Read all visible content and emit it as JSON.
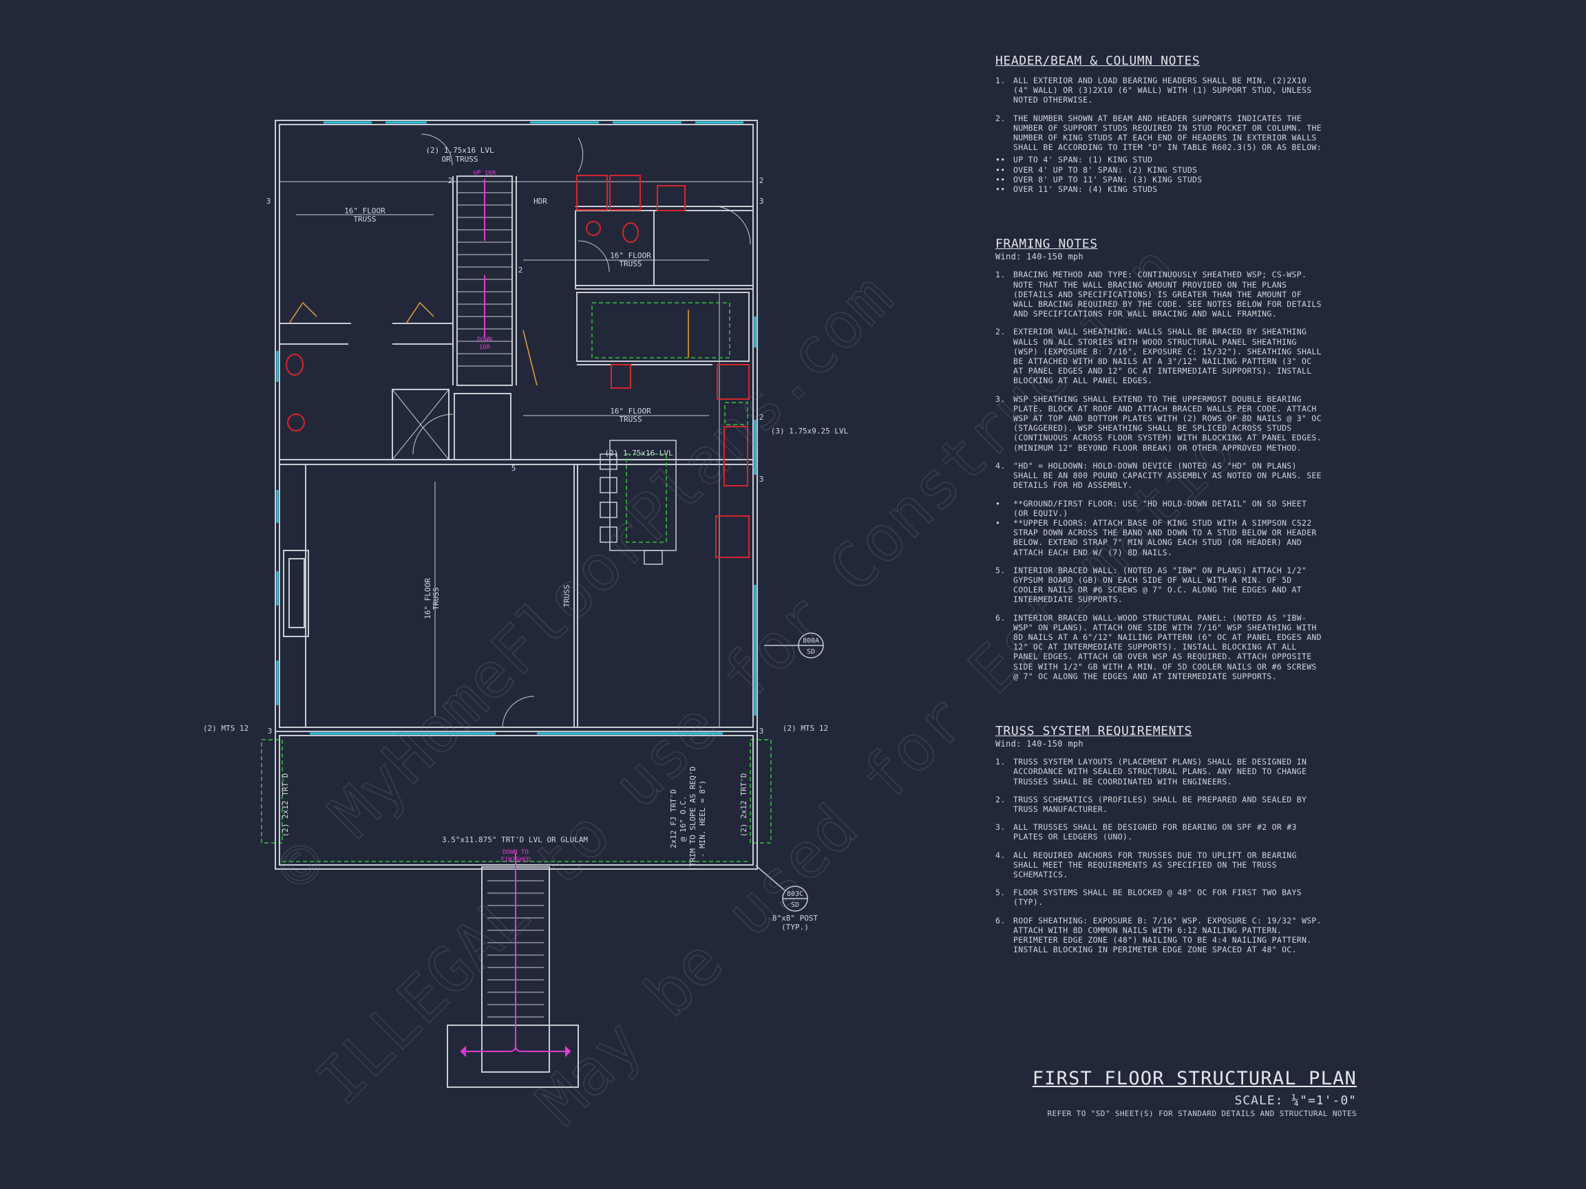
{
  "header_notes": {
    "title": "HEADER/BEAM & COLUMN NOTES",
    "items": [
      {
        "num": "1.",
        "text": "ALL EXTERIOR AND LOAD BEARING HEADERS SHALL BE MIN. (2)2x10 (4\" WALL) OR (3)2x10 (6\" WALL) WITH (1) SUPPORT STUD, UNLESS NOTED OTHERWISE."
      },
      {
        "num": "2.",
        "text": "THE NUMBER SHOWN AT BEAM AND HEADER SUPPORTS INDICATES THE NUMBER OF SUPPORT STUDS REQUIRED IN STUD POCKET OR COLUMN. THE NUMBER OF KING STUDS AT EACH END OF HEADERS IN EXTERIOR WALLS SHALL BE ACCORDING TO ITEM \"d\" IN TABLE R602.3(5) OR AS BELOW:"
      }
    ],
    "bullets": [
      "UP TO 4' SPAN: (1) KING STUD",
      "OVER 4' UP TO 8' SPAN: (2) KING STUDS",
      "OVER 8' UP TO 11' SPAN: (3) KING STUDS",
      "OVER 11' SPAN: (4) KING STUDS"
    ]
  },
  "framing_notes": {
    "title": "FRAMING NOTES",
    "wind": "Wind: 140-150 mph",
    "items": [
      {
        "num": "1.",
        "text": "BRACING METHOD AND TYPE: CONTINUOUSLY SHEATHED WSP; CS-WSP. NOTE THAT THE WALL BRACING AMOUNT PROVIDED ON THE PLANS (DETAILS AND SPECIFICATIONS) IS GREATER THAN THE AMOUNT OF WALL BRACING REQUIRED BY THE CODE. SEE NOTES BELOW FOR DETAILS AND SPECIFICATIONS FOR WALL BRACING AND WALL FRAMING."
      },
      {
        "num": "2.",
        "text": "EXTERIOR WALL SHEATHING: WALLS SHALL BE BRACED BY SHEATHING WALLS ON ALL STORIES WITH WOOD STRUCTURAL PANEL SHEATHING (WSP) (EXPOSURE B: 7/16\", EXPOSURE C: 15/32\"). SHEATHING SHALL BE ATTACHED WITH 8d NAILS AT A 3\"/12\" NAILING PATTERN (3\" OC AT PANEL EDGES AND 12\" OC AT INTERMEDIATE SUPPORTS). INSTALL BLOCKING AT ALL PANEL EDGES."
      },
      {
        "num": "3.",
        "text": "WSP SHEATHING SHALL EXTEND TO THE UPPERMOST DOUBLE BEARING PLATE. BLOCK AT ROOF AND ATTACH BRACED WALLS PER CODE. ATTACH WSP AT TOP AND BOTTOM PLATES WITH (2) ROWS OF 8d NAILS @ 3\" OC (STAGGERED). WSP SHEATHING SHALL BE SPLICED ACROSS STUDS (CONTINUOUS ACROSS FLOOR SYSTEM) WITH BLOCKING AT PANEL EDGES. (MINIMUM 12\" BEYOND FLOOR BREAK) OR OTHER APPROVED METHOD."
      },
      {
        "num": "4.",
        "text": "\"HD\" = HOLDOWN: HOLD-DOWN DEVICE (NOTED AS \"HD\" ON PLANS) SHALL BE AN 800 POUND CAPACITY ASSEMBLY AS NOTED ON PLANS. SEE DETAILS FOR HD ASSEMBLY."
      },
      {
        "num": "•",
        "text": "**GROUND/FIRST FLOOR: USE \"HD HOLD-DOWN DETAIL\" ON SD SHEET (OR EQUIV.)",
        "tight": true
      },
      {
        "num": "•",
        "text": "**UPPER FLOORS: ATTACH BASE OF KING STUD WITH A SIMPSON CS22 STRAP DOWN ACROSS THE BAND AND DOWN TO A STUD BELOW OR HEADER BELOW. EXTEND STRAP 7\" MIN ALONG EACH STUD (OR HEADER) AND ATTACH EACH END W/ (7) 8d NAILS."
      },
      {
        "num": "5.",
        "text": "INTERIOR BRACED WALL: (NOTED AS \"IBW\" ON PLANS) ATTACH 1/2\" GYPSUM BOARD (GB) ON EACH SIDE OF WALL WITH A MIN. OF 5d COOLER NAILS OR #6 SCREWS @ 7\" O.C. ALONG THE EDGES AND AT INTERMEDIATE SUPPORTS."
      },
      {
        "num": "6.",
        "text": "INTERIOR BRACED WALL-WOOD STRUCTURAL PANEL: (NOTED AS \"IBW-WSP\" ON PLANS). ATTACH ONE SIDE WITH 7/16\" WSP SHEATHING WITH 8d NAILS AT A 6\"/12\" NAILING PATTERN (6\" OC AT PANEL EDGES AND 12\" OC AT INTERMEDIATE SUPPORTS). INSTALL BLOCKING AT ALL PANEL EDGES. ATTACH GB OVER WSP AS REQUIRED. ATTACH OPPOSITE SIDE WITH 1/2\" GB WITH A MIN. OF 5d COOLER NAILS OR #6 SCREWS @ 7\" OC ALONG THE EDGES AND AT INTERMEDIATE SUPPORTS."
      }
    ]
  },
  "truss_notes": {
    "title": "TRUSS SYSTEM REQUIREMENTS",
    "wind": "Wind: 140-150 mph",
    "items": [
      {
        "num": "1.",
        "text": "TRUSS SYSTEM LAYOUTS (PLACEMENT PLANS) SHALL BE DESIGNED IN ACCORDANCE WITH SEALED STRUCTURAL PLANS. ANY NEED TO CHANGE TRUSSES SHALL BE COORDINATED WITH ENGINEERS."
      },
      {
        "num": "2.",
        "text": "TRUSS SCHEMATICS (PROFILES) SHALL BE PREPARED AND SEALED BY TRUSS MANUFACTURER."
      },
      {
        "num": "3.",
        "text": "ALL TRUSSES SHALL BE DESIGNED FOR BEARING ON SPF #2 OR #3 PLATES OR LEDGERS (UNO)."
      },
      {
        "num": "4.",
        "text": "ALL REQUIRED ANCHORS FOR TRUSSES DUE TO UPLIFT OR BEARING SHALL MEET THE REQUIREMENTS AS SPECIFIED ON THE TRUSS SCHEMATICS."
      },
      {
        "num": "5.",
        "text": "FLOOR SYSTEMS SHALL BE BLOCKED @ 48\" OC FOR FIRST TWO BAYS (TYP)."
      },
      {
        "num": "6.",
        "text": "ROOF SHEATHING: EXPOSURE B: 7/16\" WSP. EXPOSURE C: 19/32\" WSP. ATTACH WITH 8d COMMON NAILS WITH 6:12 NAILING PATTERN. PERIMETER EDGE ZONE (48\") NAILING TO BE 4:4 NAILING PATTERN. INSTALL BLOCKING IN PERIMETER EDGE ZONE SPACED AT 48\" OC."
      }
    ]
  },
  "title_block": {
    "title": "FIRST FLOOR STRUCTURAL PLAN",
    "scale": "SCALE: ¼\"=1'-0\"",
    "refer": "REFER TO \"SD\" SHEET(S) FOR STANDARD DETAILS AND STRUCTURAL NOTES"
  },
  "plan_labels": {
    "lvl_top": "(2) 1.75x16 LVL",
    "or_truss": "OR TRUSS",
    "up": "UP 16R",
    "down": "DOWN",
    "down_16r": "16R",
    "hdr": "HDR",
    "floor_truss_a": "16\" FLOOR",
    "truss_a": "TRUSS",
    "floor_truss_b": "16\" FLOOR",
    "truss_b": "TRUSS",
    "floor_truss_c": "16\" FLOOR",
    "truss_c": "TRUSS",
    "floor_truss_v": "16\" FLOOR",
    "truss_v": "TRUSS",
    "truss_right": "TRUSS",
    "lvl_mid": "(2) 1.75x16 LVL",
    "lvl_right": "(3) 1.75x9.25 LVL",
    "mts_left": "(2) MTS 12",
    "mts_right": "(2) MTS 12",
    "trtd_left": "(2) 2x12 TRT'D",
    "trtd_right": "(2) 2x12 TRT'D",
    "fj_1": "2x12 FJ TRT'D",
    "fj_2": "@ 16\" O.C.",
    "fj_3": "(TRIM TO SLOPE AS REQ'D",
    "fj_4": "- MIN. HEEL = 8\")",
    "glulam": "3.5\"x11.875\" TRT'D LVL OR GLULAM",
    "down_to": "DOWN TO",
    "finished": "FINISHED",
    "post_1": "8\"x8\" POST",
    "post_2": "(TYP.)",
    "tag_800a": "800A",
    "tag_800a_sd": "SD",
    "tag_803c": "803C",
    "tag_803c_sd": "SD",
    "n2a": "2",
    "n2b": "2",
    "n2c": "2",
    "n2d": "2",
    "n3a": "3",
    "n3b": "3",
    "n3c": "3",
    "n3d": "3",
    "n3e": "3",
    "n5": "5"
  },
  "watermark": {
    "line1": "© MyHomeFloorPlans.com",
    "line2": "ILLEGAL to use for Construction",
    "line3": "May be used for Estimation"
  },
  "colors": {
    "background": "#222839",
    "wall": "#c9ccd3",
    "window": "#29c6e0",
    "magenta": "#e33bd0",
    "red": "#d8262b",
    "green": "#35c23d",
    "orange": "#e6a23c"
  }
}
